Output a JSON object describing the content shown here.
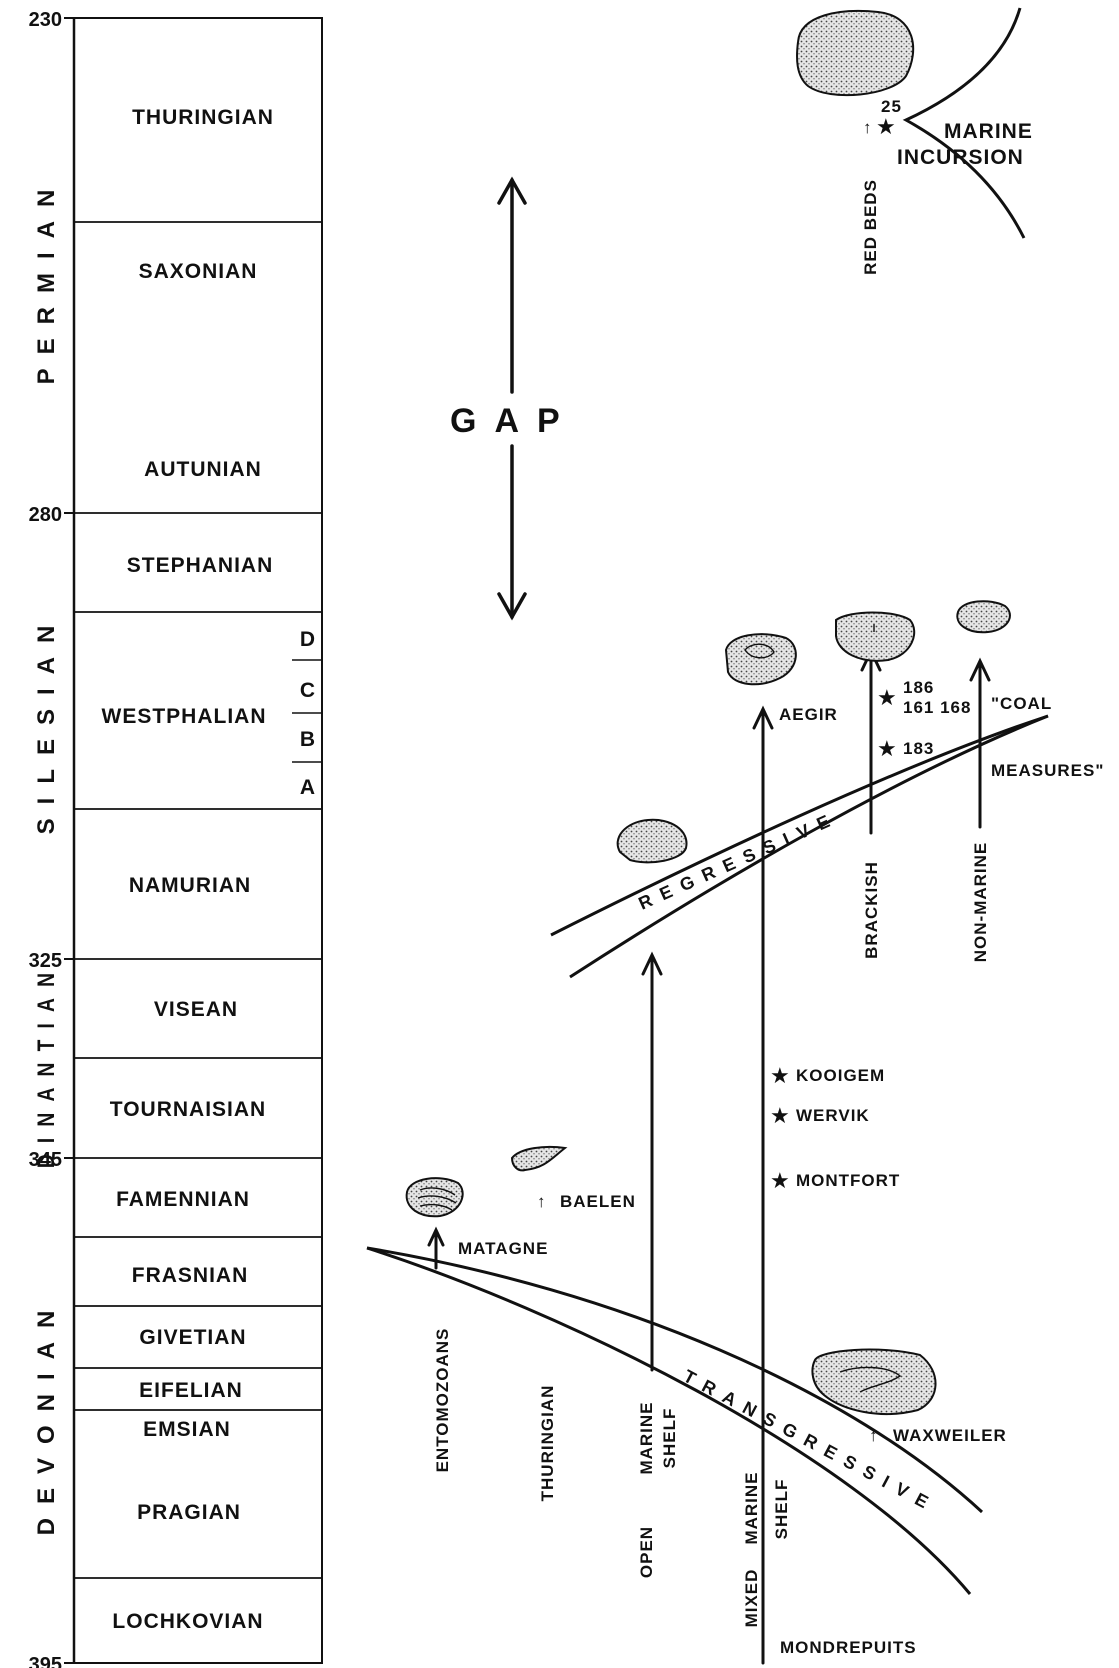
{
  "age_scale": [
    "230",
    "280",
    "325",
    "345",
    "395"
  ],
  "periods": [
    "PERMIAN",
    "SILESIAN",
    "DINANTIAN",
    "DEVONIAN"
  ],
  "stages": [
    "THURINGIAN",
    "SAXONIAN",
    "AUTUNIAN",
    "STEPHANIAN",
    "WESTPHALIAN",
    "NAMURIAN",
    "VISEAN",
    "TOURNAISIAN",
    "FAMENNIAN",
    "FRASNIAN",
    "GIVETIAN",
    "EIFELIAN",
    "EMSIAN",
    "PRAGIAN",
    "LOCHKOVIAN"
  ],
  "westphalian_subdivisions": [
    "D",
    "C",
    "B",
    "A"
  ],
  "gap_label": "GAP",
  "bands": {
    "transgressive": "TRANSGRESSIVE",
    "regressive": "REGRESSIVE"
  },
  "facies": {
    "entomozoans": "ENTOMOZOANS",
    "thuringian": "THURINGIAN",
    "open_shelf": [
      "OPEN",
      "MARINE",
      "SHELF"
    ],
    "mixed_shelf": [
      "MIXED",
      "MARINE",
      "SHELF"
    ],
    "brackish": "BRACKISH",
    "non_marine": "NON-MARINE",
    "red_beds": "RED BEDS"
  },
  "localities": {
    "matagne": "MATAGNE",
    "baelen": "BAELEN",
    "montfort": "MONTFORT",
    "wervik": "WERVIK",
    "kooigem": "KOOIGEM",
    "waxweiler": "WAXWEILER",
    "mondrepuits": "MONDREPUITS",
    "aegir": "AEGIR",
    "coal_measures": [
      "\"COAL",
      "MEASURES\""
    ],
    "marine_incursion": [
      "MARINE",
      "INCURSION"
    ],
    "n186": "186",
    "n161_168": "161 168",
    "n183": "183",
    "n25": "25"
  },
  "symbols": {
    "star": "★",
    "arrow_up": "↑"
  }
}
